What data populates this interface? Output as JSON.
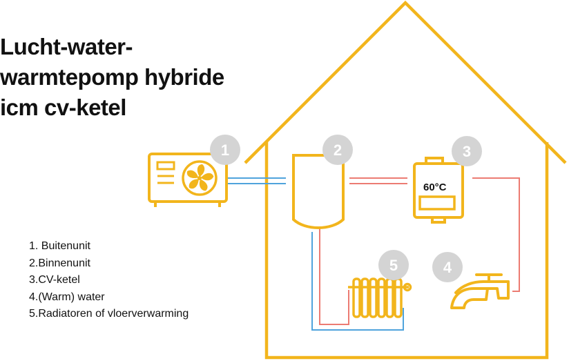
{
  "title": {
    "lines": [
      "Lucht-water-",
      "warmtepomp hybride",
      "icm cv-ketel"
    ]
  },
  "legend": {
    "items": [
      {
        "number": "1.",
        "label": "Buitenunit"
      },
      {
        "number": "2.",
        "label": "Binnenunit"
      },
      {
        "number": "3.",
        "label": "CV-ketel"
      },
      {
        "number": "4.",
        "label": "(Warm) water"
      },
      {
        "number": "5.",
        "label": "Radiatoren of vloerverwarming"
      }
    ]
  },
  "badges": [
    "1",
    "2",
    "3",
    "4",
    "5"
  ],
  "boiler": {
    "temperature": "60°C"
  },
  "colors": {
    "outline": "#F2B51C",
    "badge": "#D4D4D4",
    "cold_pipe": "#4FA3DC",
    "hot_pipe": "#EC7B72",
    "text": "#111111"
  },
  "icons": [
    "house-outline",
    "outdoor-unit-fan-icon",
    "indoor-unit-tank-icon",
    "boiler-icon",
    "tap-icon",
    "radiator-icon"
  ]
}
